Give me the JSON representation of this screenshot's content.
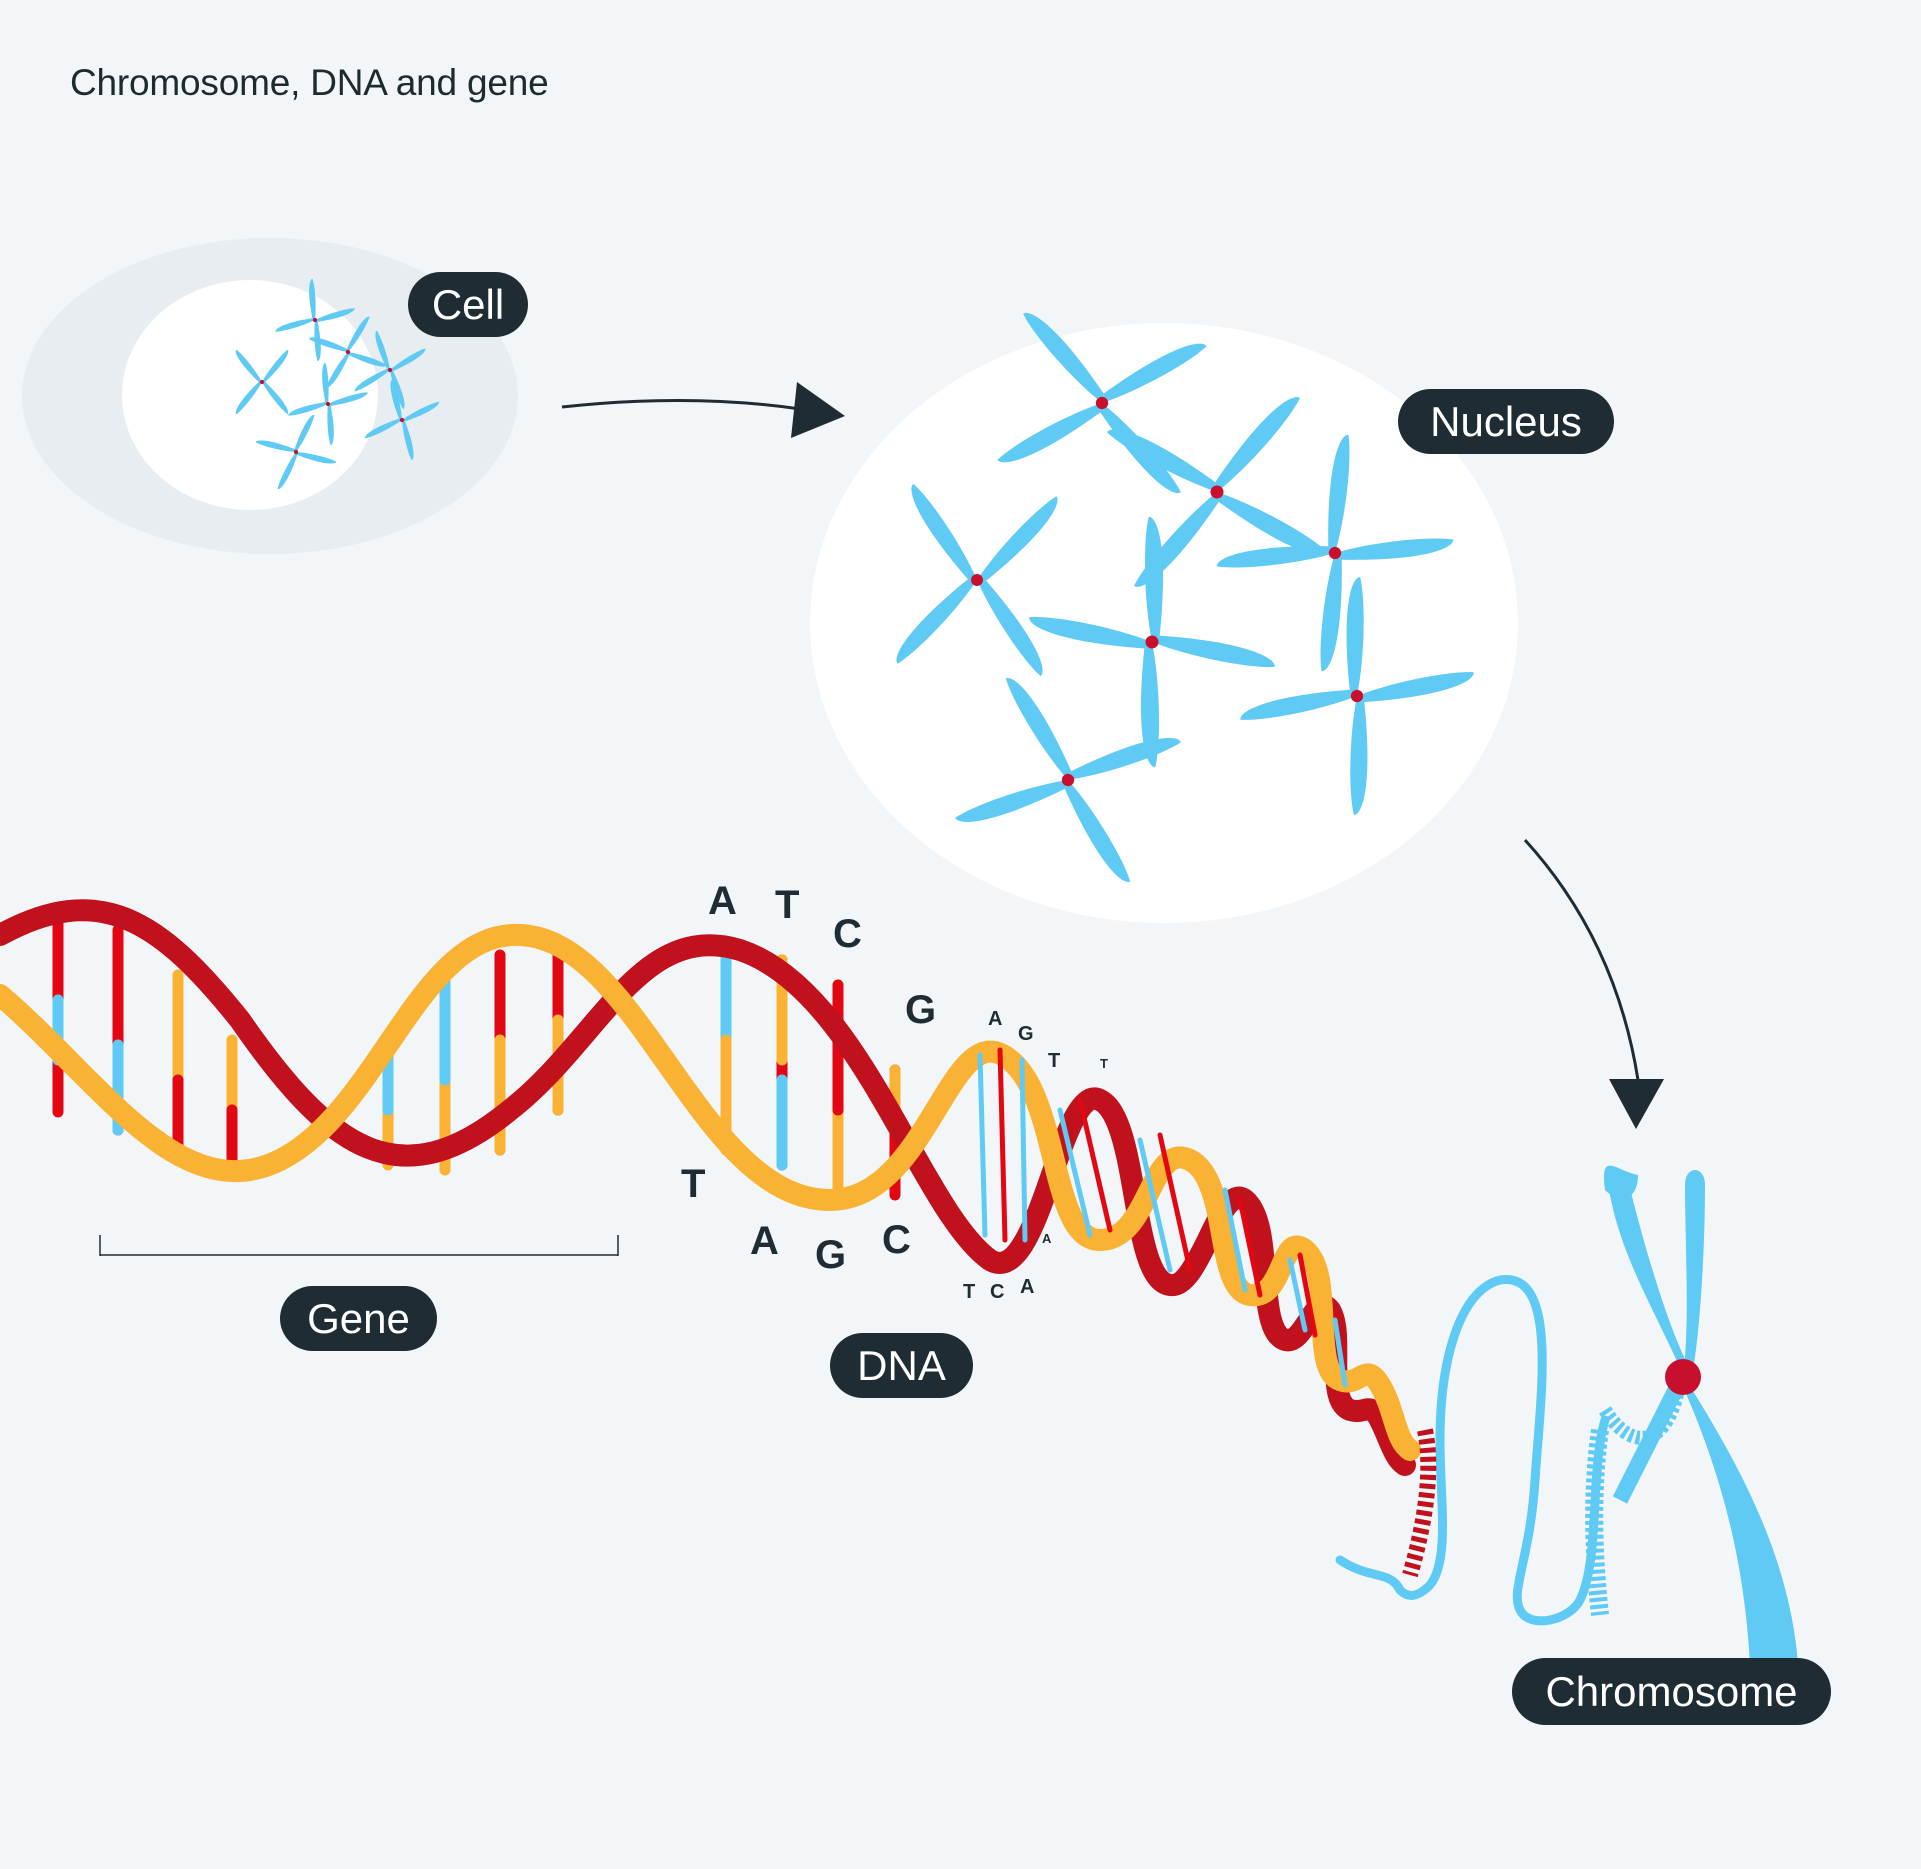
{
  "title": "Chromosome, DNA and gene",
  "labels": {
    "cell": "Cell",
    "nucleus": "Nucleus",
    "gene": "Gene",
    "dna": "DNA",
    "chromosome": "Chromosome"
  },
  "bases": {
    "top_large": [
      "A",
      "T",
      "C",
      "G"
    ],
    "bottom_large": [
      "T",
      "A",
      "G",
      "C"
    ],
    "top_small": [
      "A",
      "G",
      "T",
      "T"
    ],
    "bottom_small": [
      "T",
      "C",
      "A",
      "A"
    ]
  },
  "colors": {
    "background": "#f2f6f9",
    "label_pill": "#1f2c33",
    "chromosome_blue": "#5fcaf4",
    "centromere_red": "#c8102e",
    "strand_red": "#c0111d",
    "strand_orange": "#f9b233",
    "arrow": "#1f2c33"
  }
}
